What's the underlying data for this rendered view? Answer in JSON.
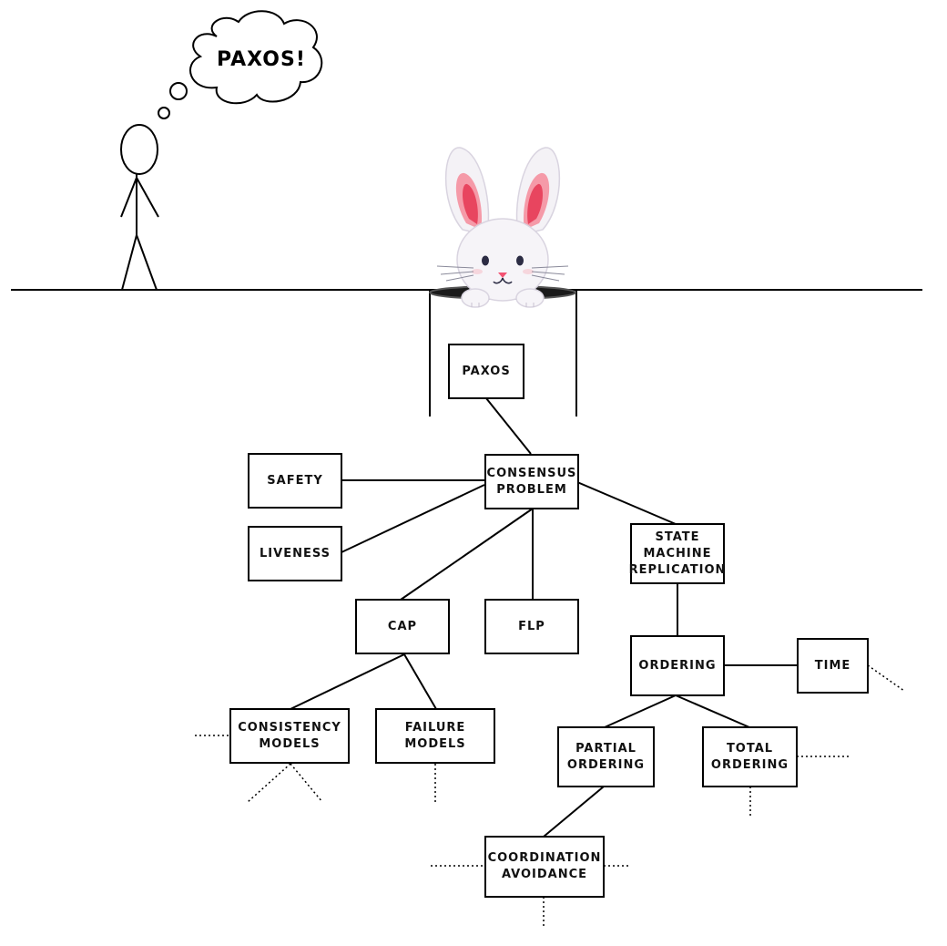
{
  "thought": {
    "text": "PAXOS!"
  },
  "nodes": {
    "paxos": [
      "PAXOS"
    ],
    "consensus": [
      "CONSENSUS",
      "PROBLEM"
    ],
    "safety": [
      "SAFETY"
    ],
    "liveness": [
      "LIVENESS"
    ],
    "cap": [
      "CAP"
    ],
    "flp": [
      "FLP"
    ],
    "smr": [
      "STATE",
      "MACHINE",
      "REPLICATION"
    ],
    "ordering": [
      "ORDERING"
    ],
    "time": [
      "TIME"
    ],
    "consistency": [
      "CONSISTENCY",
      "MODELS"
    ],
    "failure": [
      "FAILURE",
      "MODELS"
    ],
    "partial": [
      "PARTIAL",
      "ORDERING"
    ],
    "total": [
      "TOTAL",
      "ORDERING"
    ],
    "coordination": [
      "COORDINATION",
      "AVOIDANCE"
    ]
  },
  "colors": {
    "line": "#000000",
    "ear_inner": "#e8455f",
    "ear_mid": "#f59aa8",
    "nose": "#f25272"
  }
}
